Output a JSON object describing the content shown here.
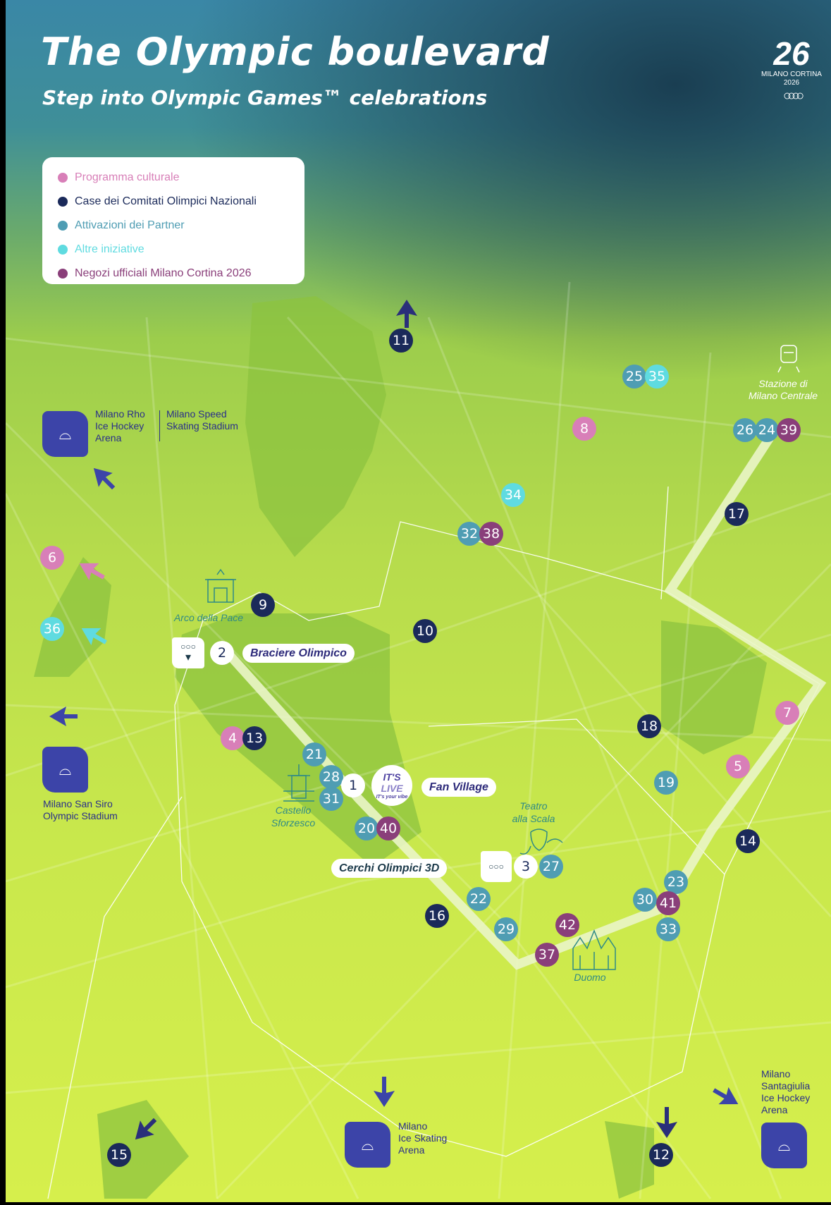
{
  "header": {
    "title": "The Olympic boulevard",
    "subtitle": "Step into Olympic Games™ celebrations",
    "logo": {
      "mark": "26",
      "line1": "MILANO CORTINA",
      "line2": "2026"
    }
  },
  "legend": [
    {
      "label": "Programma culturale",
      "color": "#d87fb8",
      "key": "cultural"
    },
    {
      "label": "Case dei Comitati Olimpici Nazionali",
      "color": "#1b2a5a",
      "key": "noc"
    },
    {
      "label": "Attivazioni dei Partner",
      "color": "#4f9db3",
      "key": "partner"
    },
    {
      "label": "Altre iniziative",
      "color": "#5fdbe0",
      "key": "other"
    },
    {
      "label": "Negozi ufficiali Milano Cortina 2026",
      "color": "#8a3f7a",
      "key": "shop"
    }
  ],
  "markers": [
    {
      "n": "11",
      "cat": "noc"
    },
    {
      "n": "25",
      "cat": "partner"
    },
    {
      "n": "35",
      "cat": "other"
    },
    {
      "n": "8",
      "cat": "cultural"
    },
    {
      "n": "26",
      "cat": "partner"
    },
    {
      "n": "24",
      "cat": "partner"
    },
    {
      "n": "39",
      "cat": "shop"
    },
    {
      "n": "17",
      "cat": "noc"
    },
    {
      "n": "34",
      "cat": "other"
    },
    {
      "n": "32",
      "cat": "partner"
    },
    {
      "n": "38",
      "cat": "shop"
    },
    {
      "n": "6",
      "cat": "cultural"
    },
    {
      "n": "9",
      "cat": "noc"
    },
    {
      "n": "10",
      "cat": "noc"
    },
    {
      "n": "36",
      "cat": "other"
    },
    {
      "n": "2",
      "cat": "main"
    },
    {
      "n": "18",
      "cat": "noc"
    },
    {
      "n": "7",
      "cat": "cultural"
    },
    {
      "n": "5",
      "cat": "cultural"
    },
    {
      "n": "4",
      "cat": "cultural"
    },
    {
      "n": "13",
      "cat": "noc"
    },
    {
      "n": "21",
      "cat": "partner"
    },
    {
      "n": "28",
      "cat": "partner"
    },
    {
      "n": "31",
      "cat": "partner"
    },
    {
      "n": "1",
      "cat": "main"
    },
    {
      "n": "19",
      "cat": "partner"
    },
    {
      "n": "20",
      "cat": "partner"
    },
    {
      "n": "40",
      "cat": "shop"
    },
    {
      "n": "14",
      "cat": "noc"
    },
    {
      "n": "3",
      "cat": "main"
    },
    {
      "n": "27",
      "cat": "partner"
    },
    {
      "n": "23",
      "cat": "partner"
    },
    {
      "n": "30",
      "cat": "partner"
    },
    {
      "n": "41",
      "cat": "shop"
    },
    {
      "n": "22",
      "cat": "partner"
    },
    {
      "n": "16",
      "cat": "noc"
    },
    {
      "n": "29",
      "cat": "partner"
    },
    {
      "n": "42",
      "cat": "shop"
    },
    {
      "n": "33",
      "cat": "partner"
    },
    {
      "n": "37",
      "cat": "shop"
    },
    {
      "n": "15",
      "cat": "noc"
    },
    {
      "n": "12",
      "cat": "noc"
    }
  ],
  "highlights": {
    "braciere": "Braciere Olimpico",
    "fan_village": "Fan Village",
    "cerchi": "Cerchi Olimpici 3D",
    "its_live": {
      "l1": "IT'S",
      "l2": "LIVE",
      "l3": "IT's your vibe"
    }
  },
  "landmarks": {
    "arco": "Arco della Pace",
    "castello_1": "Castello",
    "castello_2": "Sforzesco",
    "teatro_1": "Teatro",
    "teatro_2": "alla Scala",
    "duomo": "Duomo",
    "stazione_1": "Stazione di",
    "stazione_2": "Milano Centrale"
  },
  "venues": {
    "rho": [
      "Milano Rho",
      "Ice Hockey",
      "Arena"
    ],
    "speed": [
      "Milano Speed",
      "Skating Stadium"
    ],
    "sansiro": [
      "Milano San Siro",
      "Olympic Stadium"
    ],
    "iceskating": [
      "Milano",
      "Ice Skating",
      "Arena"
    ],
    "santagiulia": [
      "Milano",
      "Santagiulia",
      "Ice Hockey",
      "Arena"
    ]
  },
  "colors": {
    "venue": "#3c44a8",
    "route": "#eaf5c8",
    "main": "#ffffff"
  }
}
